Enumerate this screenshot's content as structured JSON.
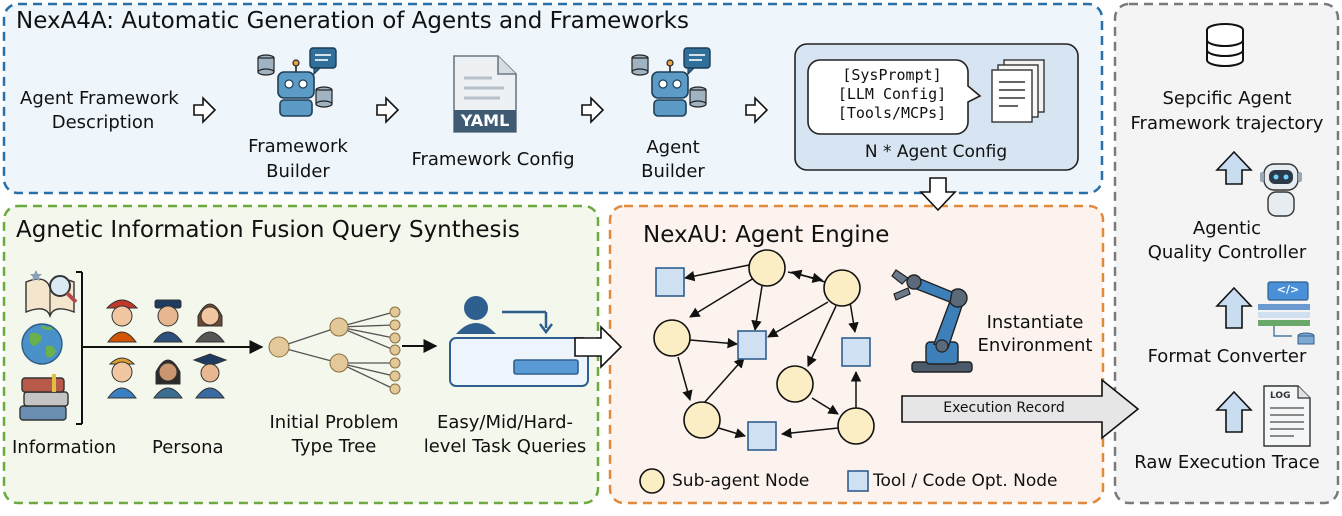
{
  "nexa4a": {
    "title": "NexA4A: Automatic Generation of Agents and Frameworks",
    "input_line1": "Agent Framework",
    "input_line2": "Description",
    "framework_builder_line1": "Framework",
    "framework_builder_line2": "Builder",
    "yaml_badge": "YAML",
    "framework_config": "Framework Config",
    "agent_builder_line1": "Agent",
    "agent_builder_line2": "Builder",
    "config_items": [
      "[SysPrompt]",
      "[LLM Config]",
      "[Tools/MCPs]"
    ],
    "agent_config": "N * Agent Config"
  },
  "synthesis": {
    "title": "Agnetic Information Fusion Query Synthesis",
    "information": "Information",
    "persona": "Persona",
    "tree_line1": "Initial Problem",
    "tree_line2": "Type Tree",
    "queries_line1": "Easy/Mid/Hard-",
    "queries_line2": "level Task Queries"
  },
  "nexau": {
    "title": "NexAU: Agent Engine",
    "instantiate_line1": "Instantiate",
    "instantiate_line2": "Environment",
    "execution_record": "Execution Record",
    "legend_subagent": "Sub-agent Node",
    "legend_tool": "Tool / Code Opt. Node"
  },
  "pipeline": {
    "trajectory_line1": "Sepcific Agent",
    "trajectory_line2": "Framework trajectory",
    "controller_line1": "Agentic",
    "controller_line2": "Quality Controller",
    "code_tag": "</>",
    "format_converter": "Format Converter",
    "log_tag": "LOG",
    "raw_trace": "Raw Execution Trace"
  },
  "colors": {
    "blue_border": "#2a6fa8",
    "blue_fill": "#eef5fb",
    "green_border": "#6aaa3f",
    "green_fill": "#f4f7ec",
    "orange_border": "#e08a3e",
    "orange_fill": "#fcf3ee",
    "gray_border": "#7a7a7a",
    "gray_fill": "#f4f4f4",
    "node_fill": "#fbeec4",
    "tool_fill": "#cfe0f3",
    "arrow_up_fill": "#c9ddf0"
  },
  "icons": [
    "robot-builder-icon",
    "yaml-file-icon",
    "documents-icon",
    "database-icon",
    "robot-controller-icon",
    "code-converter-icon",
    "log-file-icon",
    "book-search-icon",
    "globe-icon",
    "books-stack-icon",
    "persona-icons",
    "user-query-icon",
    "robot-arm-icon"
  ]
}
